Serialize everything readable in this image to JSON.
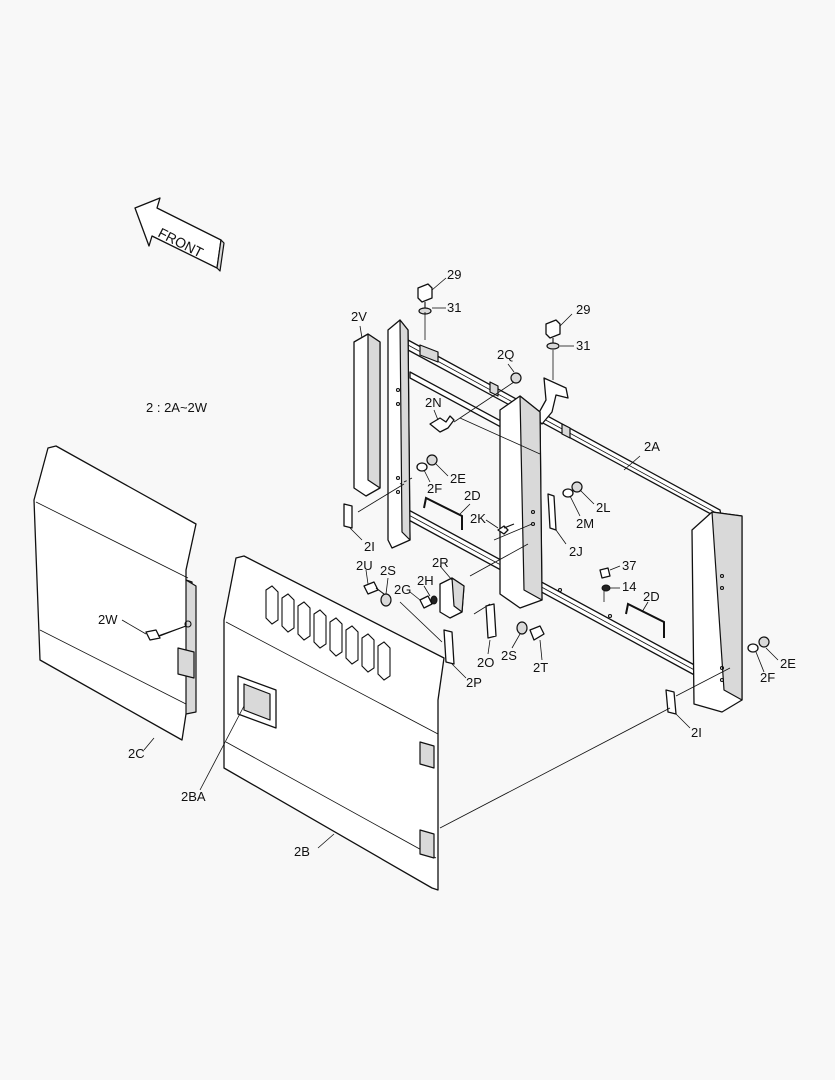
{
  "diagram": {
    "front_label": "FRONT",
    "range_note": "2 : 2A~2W",
    "callouts": {
      "c29a": "29",
      "c31a": "31",
      "c29b": "29",
      "c31b": "31",
      "c2V": "2V",
      "c2Q": "2Q",
      "c2N": "2N",
      "c2A": "2A",
      "c2E": "2E",
      "c2F": "2F",
      "c2D": "2D",
      "c2L": "2L",
      "c2M": "2M",
      "c2K": "2K",
      "c2J": "2J",
      "c2I": "2I",
      "c2R": "2R",
      "c2U": "2U",
      "c2S": "2S",
      "c2H": "2H",
      "c2G": "2G",
      "c37": "37",
      "c14": "14",
      "c2D2": "2D",
      "c2W": "2W",
      "c2O": "2O",
      "c2S2": "2S",
      "c2T": "2T",
      "c2P": "2P",
      "c2E2": "2E",
      "c2F2": "2F",
      "c2I2": "2I",
      "c2C": "2C",
      "c2BA": "2BA",
      "c2B": "2B"
    }
  }
}
